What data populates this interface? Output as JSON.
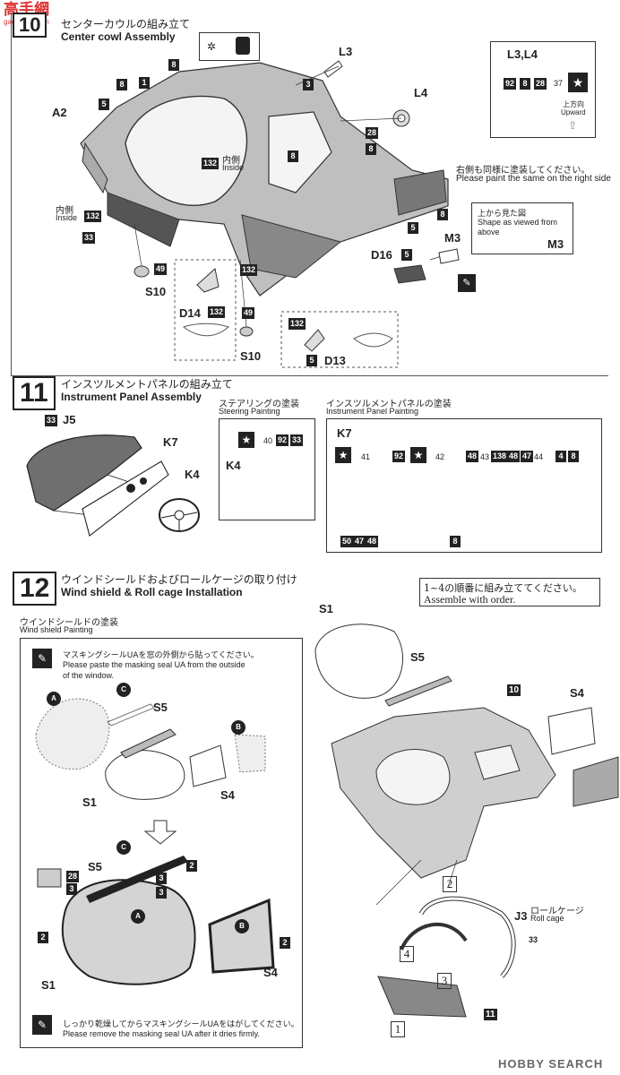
{
  "watermark": {
    "site": "gao-shou.com",
    "brand": "HOBBY SEARCH"
  },
  "step10": {
    "number": "10",
    "title_jp": "センターカウルの組み立て",
    "title_en": "Center cowl Assembly",
    "inside_jp": "内側",
    "inside_en": "Inside",
    "note_jp": "右側も同様に塗装してください。",
    "note_en": "Please paint the same on the right side",
    "view_jp": "上から見た図",
    "view_en": "Shape as viewed from above",
    "upward_jp": "上方向",
    "upward_en": "Upward",
    "inset_title": "L3,L4",
    "inset_colors": [
      "92",
      "8",
      "28",
      "37"
    ],
    "parts": [
      "A2",
      "L3",
      "L4",
      "M3",
      "D16",
      "S10",
      "D14",
      "D13"
    ],
    "colors": [
      "8",
      "1",
      "5",
      "3",
      "28",
      "8",
      "132",
      "33",
      "49",
      "132",
      "49",
      "132",
      "5",
      "8",
      "5"
    ]
  },
  "step11": {
    "number": "11",
    "title_jp": "インスツルメントパネルの組み立て",
    "title_en": "Instrument Panel Assembly",
    "steering_jp": "ステアリングの塗装",
    "steering_en": "Steering Painting",
    "panel_jp": "インスツルメントパネルの塗装",
    "panel_en": "Instrument Panel Painting",
    "parts": [
      "J5",
      "K7",
      "K4"
    ],
    "steering_colors": [
      "40",
      "92",
      "33"
    ],
    "panel_colors": [
      "41",
      "92",
      "42",
      "48",
      "43",
      "138",
      "48",
      "47",
      "44",
      "4",
      "8",
      "50",
      "47",
      "48",
      "8"
    ],
    "j5_color": "33"
  },
  "step12": {
    "number": "12",
    "title_jp": "ウインドシールドおよびロールケージの取り付け",
    "title_en": "Wind shield & Roll cage Installation",
    "order_jp": "1~4の順番に組み立ててください。",
    "order_en": "Assemble with order.",
    "paint_jp": "ウインドシールドの塗装",
    "paint_en": "Wind shield Painting",
    "mask1_jp": "マスキングシールUAを窓の外側から貼ってください。",
    "mask1_en_1": "Please paste the masking seal UA from the outside",
    "mask1_en_2": "of the window.",
    "mask2_jp": "しっかり乾燥してからマスキングシールUAをはがしてください。",
    "mask2_en": "Please remove the masking seal UA after it dries firmly.",
    "rollcage_jp": "ロールケージ",
    "rollcage_en": "Roll cage",
    "parts": [
      "S1",
      "S5",
      "S4",
      "J3",
      "S5",
      "S4",
      "S1"
    ],
    "seals": [
      "A",
      "B",
      "C"
    ],
    "order_marks": [
      "1",
      "2",
      "3",
      "4"
    ],
    "colors": [
      "10",
      "2",
      "3",
      "28",
      "3",
      "2",
      "2",
      "33",
      "11"
    ]
  }
}
